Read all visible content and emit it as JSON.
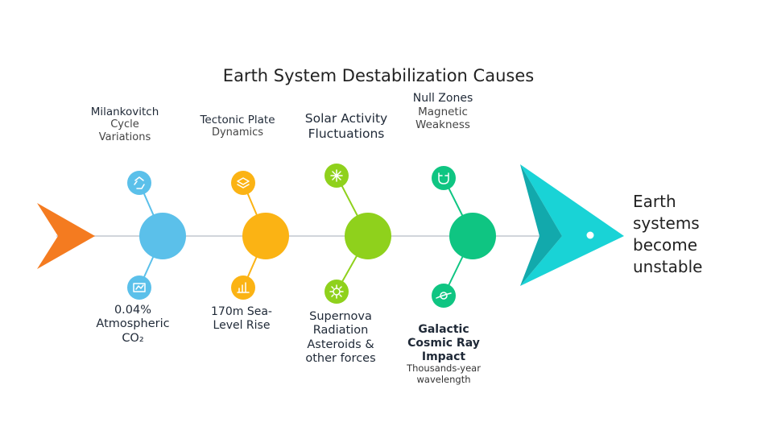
{
  "title": "Earth System Destabilization Causes",
  "causes_top": [
    {
      "lines": [
        "Milankovitch",
        "Cycle",
        "Variations"
      ],
      "icon": "recycle-icon",
      "color": "#5bc0ea"
    },
    {
      "lines": [
        "Tectonic Plate",
        "Dynamics"
      ],
      "icon": "layers-icon",
      "color": "#fbb314"
    },
    {
      "lines": [
        "Solar Activity",
        "Fluctuations"
      ],
      "icon": "radiation-icon",
      "color": "#8fd11c"
    },
    {
      "lines": [
        "Null Zones",
        "Magnetic",
        "Weakness"
      ],
      "icon": "magnet-icon",
      "color": "#0fc582"
    }
  ],
  "causes_bottom": [
    {
      "lines": [
        "0.04%",
        "Atmospheric",
        "CO₂"
      ],
      "icon": "gauge-icon",
      "color": "#5bc0ea"
    },
    {
      "lines": [
        "170m Sea-",
        "Level Rise"
      ],
      "icon": "chart-icon",
      "color": "#fbb314"
    },
    {
      "lines": [
        "Supernova",
        "Radiation",
        "Asteroids &",
        "other forces"
      ],
      "icon": "sun-icon",
      "color": "#8fd11c"
    },
    {
      "lines": [
        "Galactic",
        "Cosmic Ray",
        "Impact"
      ],
      "sub": [
        "Thousands-year",
        "wavelength"
      ],
      "icon": "planet-icon",
      "color": "#0fc582"
    }
  ],
  "outcome": [
    "Earth",
    "systems",
    "become",
    "unstable"
  ],
  "colors": {
    "tail": "#f47b20",
    "head": "#19d3d6",
    "head_dark": "#12a9ac",
    "spine": "#d1d5db"
  }
}
